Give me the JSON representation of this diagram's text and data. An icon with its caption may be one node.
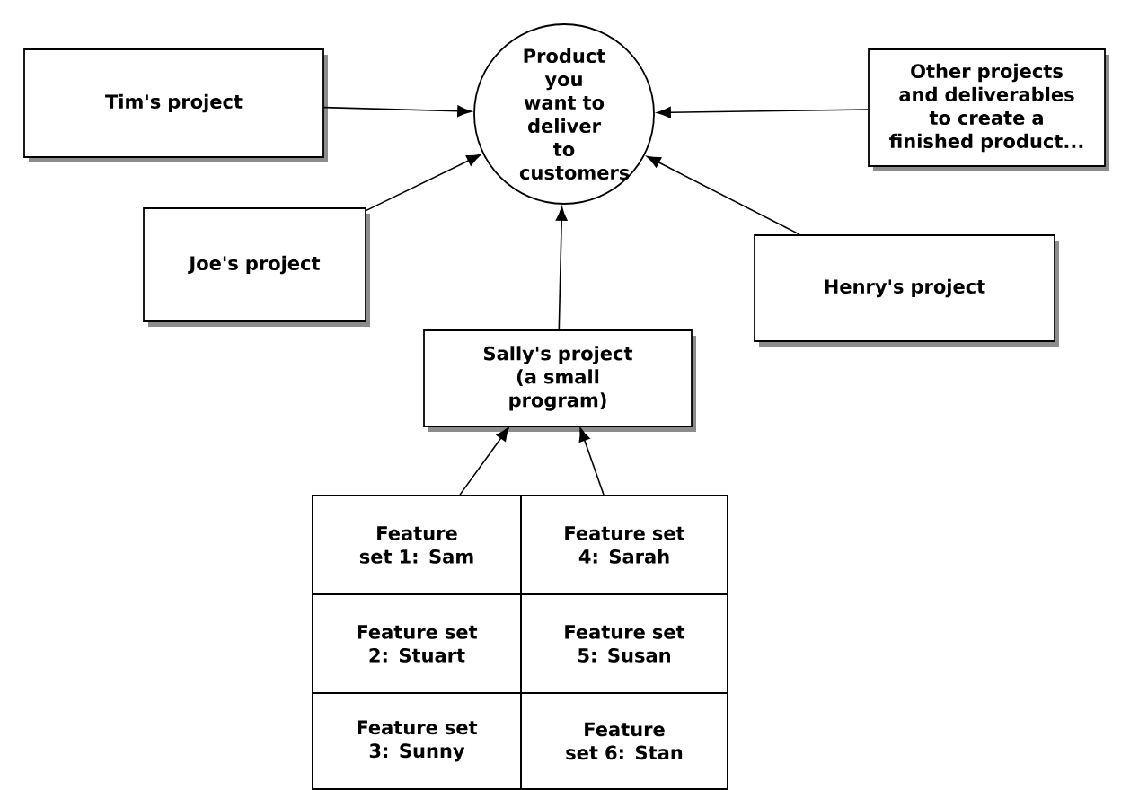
{
  "diagram": {
    "nodes": [
      {
        "text": [
          "Product you want to deliver to customers"
        ]
      },
      {
        "text": [
          "Tim's project"
        ]
      },
      {
        "text": [
          "Other projects and deliverables to create a finished product..."
        ]
      },
      {
        "text": [
          "Joe's project"
        ]
      },
      {
        "text": [
          "Henry's project"
        ]
      },
      {
        "text": [
          "Sally's project (a small program)"
        ]
      },
      {
        "text": [],
        "shape": "box"
      },
      {
        "text": [
          "Feature set 1: Sam"
        ],
        "in": 6
      },
      {
        "text": [
          "Feature set 4: Sarah"
        ],
        "in": 6
      },
      {
        "text": [
          "Feature set 2: Stuart"
        ],
        "in": 6
      },
      {
        "text": [
          "Feature set 5: Susan"
        ],
        "in": 6
      },
      {
        "text": [
          "Feature set 3: Sunny"
        ],
        "in": 6
      },
      {
        "text": [
          "Feature set 6: Stan"
        ],
        "in": 6
      }
    ],
    "edges": [
      {
        "from": 1,
        "to": 0,
        "arrow": "to"
      },
      {
        "from": 2,
        "to": 0,
        "arrow": "to"
      },
      {
        "from": 3,
        "to": 0,
        "arrow": "to"
      },
      {
        "from": 4,
        "to": 0,
        "arrow": "to"
      },
      {
        "from": 5,
        "to": 0,
        "arrow": "to"
      },
      {
        "from": 7,
        "to": 5,
        "arrow": "to"
      },
      {
        "from": 8,
        "to": 5,
        "arrow": "to"
      }
    ]
  }
}
